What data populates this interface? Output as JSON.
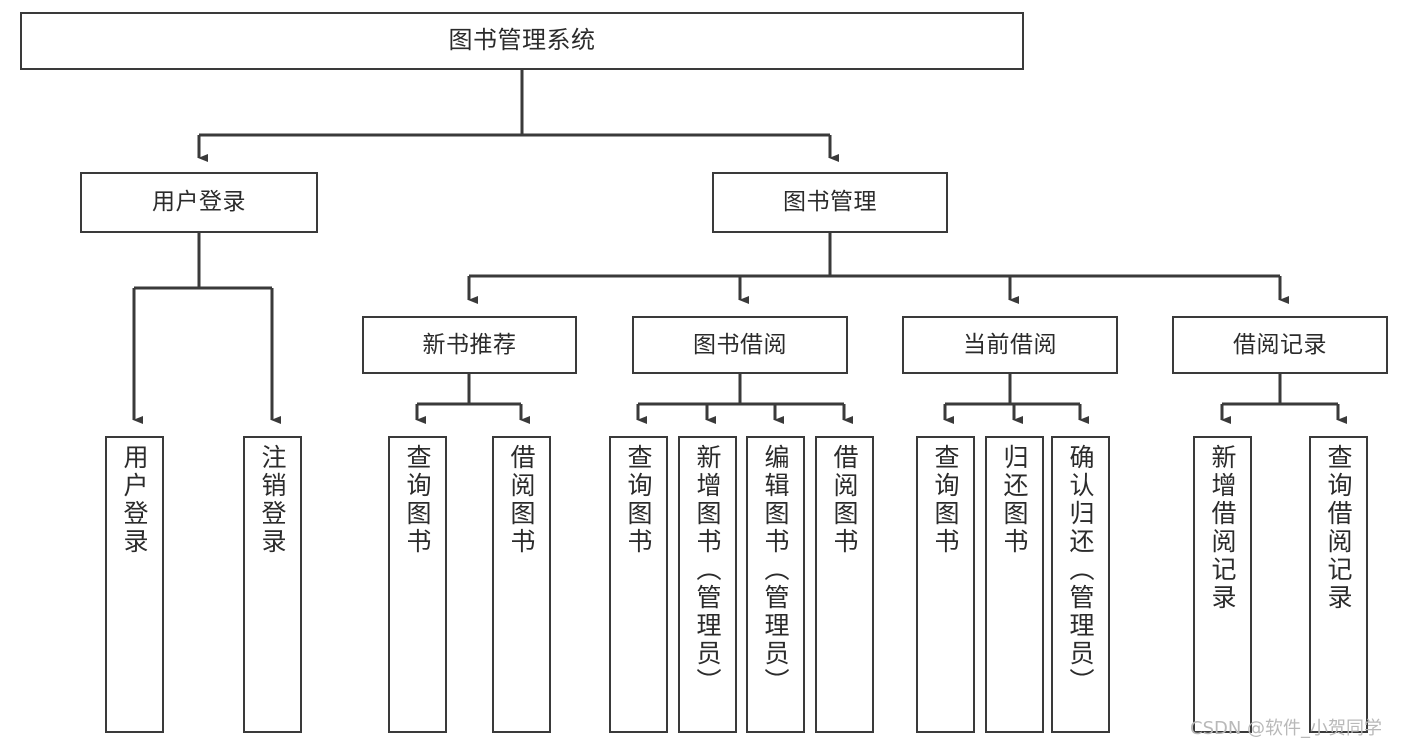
{
  "diagram": {
    "type": "tree",
    "title": "图书管理系统",
    "orientation": "top-down",
    "colors": {
      "box_border": "#3a3a3a",
      "box_fill": "#ffffff",
      "edge": "#3a3a3a",
      "text": "#2b2b2b",
      "watermark": "#b9b9b9"
    },
    "root": {
      "label": "图书管理系统"
    },
    "level1": [
      {
        "label": "用户登录"
      },
      {
        "label": "图书管理"
      }
    ],
    "level2": [
      {
        "label": "新书推荐"
      },
      {
        "label": "图书借阅"
      },
      {
        "label": "当前借阅"
      },
      {
        "label": "借阅记录"
      }
    ],
    "leaves": {
      "user_login": [
        {
          "label": "用户登录"
        },
        {
          "label": "注销登录"
        }
      ],
      "new_book_recommend": [
        {
          "label": "查询图书"
        },
        {
          "label": "借阅图书"
        }
      ],
      "book_borrow": [
        {
          "label": "查询图书"
        },
        {
          "label": "新增图书（管理员）"
        },
        {
          "label": "编辑图书（管理员）"
        },
        {
          "label": "借阅图书"
        }
      ],
      "current_borrow": [
        {
          "label": "查询图书"
        },
        {
          "label": "归还图书"
        },
        {
          "label": "确认归还（管理员）"
        }
      ],
      "borrow_record": [
        {
          "label": "新增借阅记录"
        },
        {
          "label": "查询借阅记录"
        }
      ]
    }
  },
  "watermark": {
    "text": "CSDN @软件_小贺同学"
  }
}
